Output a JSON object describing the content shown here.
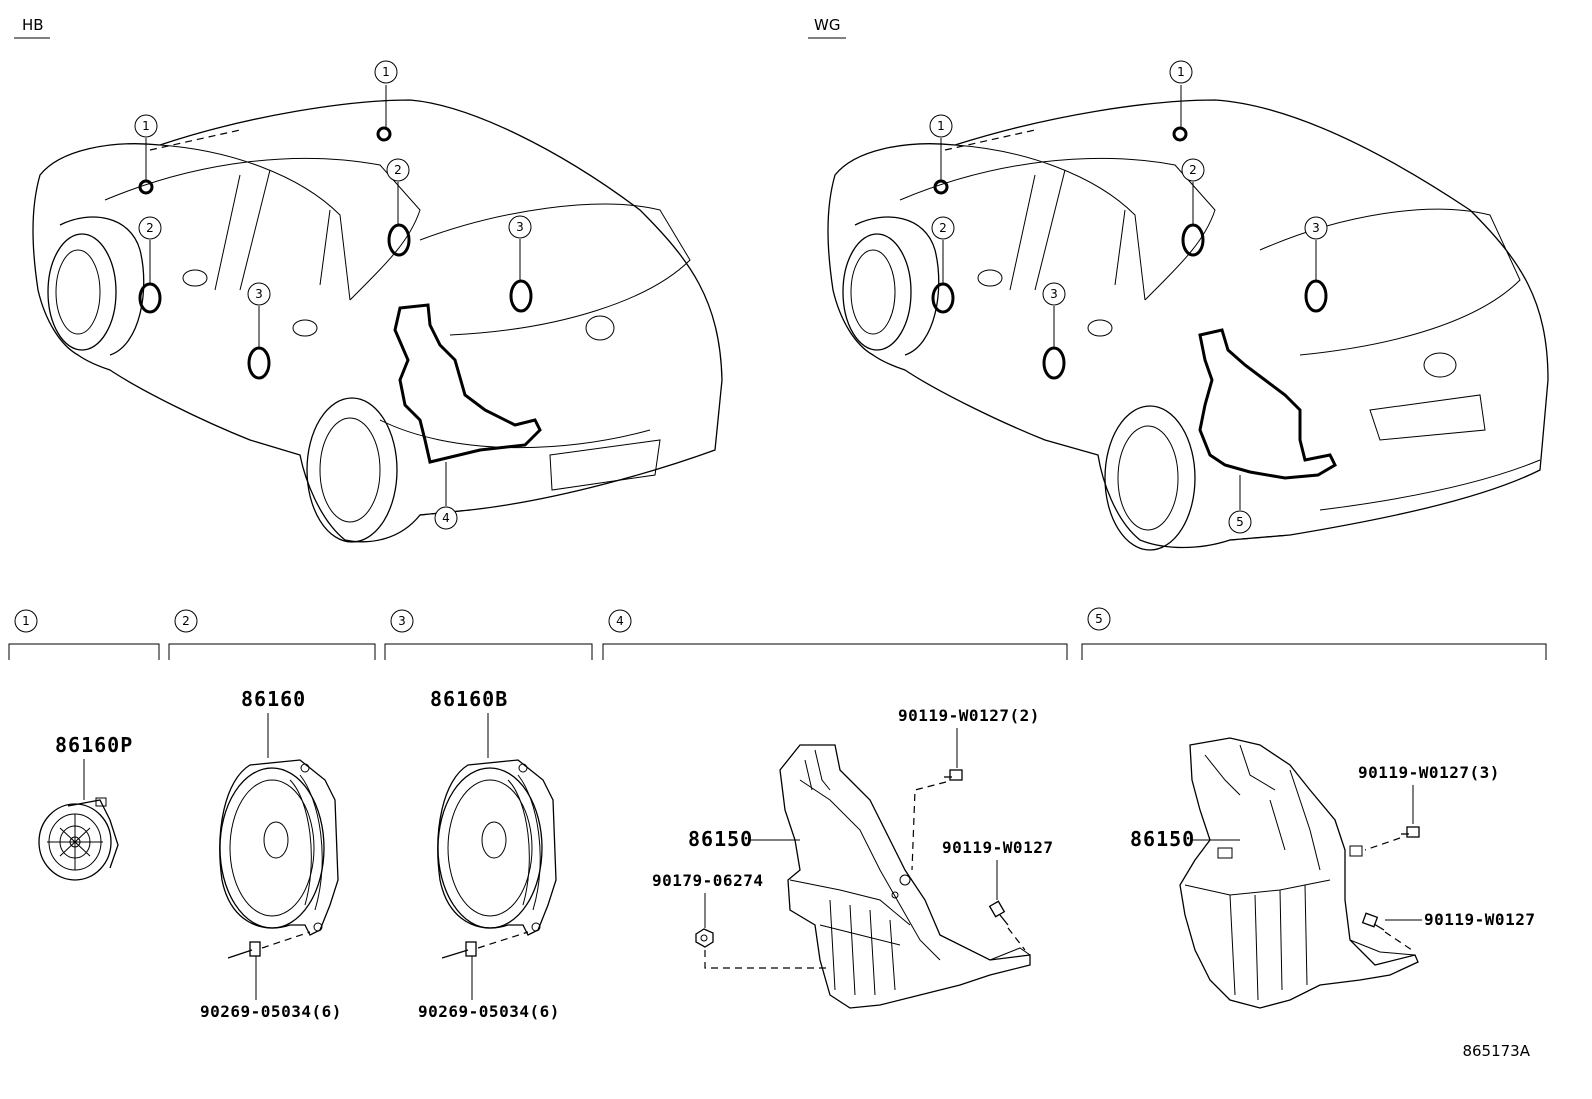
{
  "views": {
    "hb": {
      "label": "HB"
    },
    "wg": {
      "label": "WG"
    }
  },
  "callouts": [
    "1",
    "2",
    "3",
    "4",
    "5"
  ],
  "groups": [
    {
      "num": "1",
      "parts": [
        "86160P"
      ]
    },
    {
      "num": "2",
      "parts": [
        "86160",
        "90269-05034(6)"
      ]
    },
    {
      "num": "3",
      "parts": [
        "86160B",
        "90269-05034(6)"
      ]
    },
    {
      "num": "4",
      "parts": [
        "90119-W0127(2)",
        "86150",
        "90179-06274",
        "90119-W0127"
      ]
    },
    {
      "num": "5",
      "parts": [
        "86150",
        "90119-W0127(3)",
        "90119-W0127"
      ]
    }
  ],
  "figure_id": "865173A"
}
